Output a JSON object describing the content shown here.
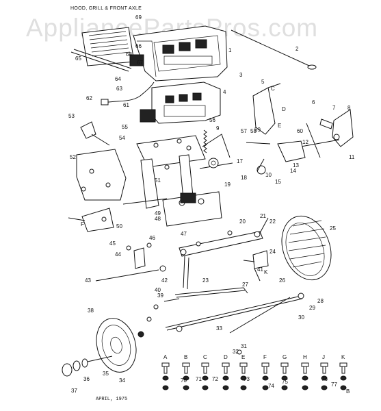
{
  "diagram": {
    "title": "HOOD, GRILL & FRONT AXLE",
    "watermark": "AppliancePartsPros.com",
    "footer_date": "APRIL, 1975",
    "hardware_letters": [
      "A",
      "B",
      "C",
      "D",
      "E",
      "F",
      "G",
      "H",
      "J",
      "K"
    ],
    "callouts": [
      "1",
      "2",
      "3",
      "4",
      "5",
      "6",
      "7",
      "8",
      "9",
      "10",
      "11",
      "12",
      "13",
      "14",
      "15",
      "17",
      "18",
      "19",
      "20",
      "21",
      "22",
      "23",
      "24",
      "25",
      "26",
      "27",
      "28",
      "29",
      "30",
      "31",
      "32",
      "33",
      "34",
      "35",
      "36",
      "37",
      "38",
      "39",
      "40",
      "41",
      "42",
      "43",
      "44",
      "45",
      "46",
      "47",
      "48",
      "49",
      "50",
      "51",
      "52",
      "53",
      "54",
      "55",
      "56",
      "57",
      "58",
      "59",
      "60",
      "61",
      "62",
      "63",
      "64",
      "65",
      "66",
      "67",
      "68",
      "69",
      "70",
      "71",
      "72",
      "73",
      "74",
      "75",
      "76",
      "77",
      "B",
      "C",
      "D",
      "E",
      "F",
      "K"
    ]
  }
}
